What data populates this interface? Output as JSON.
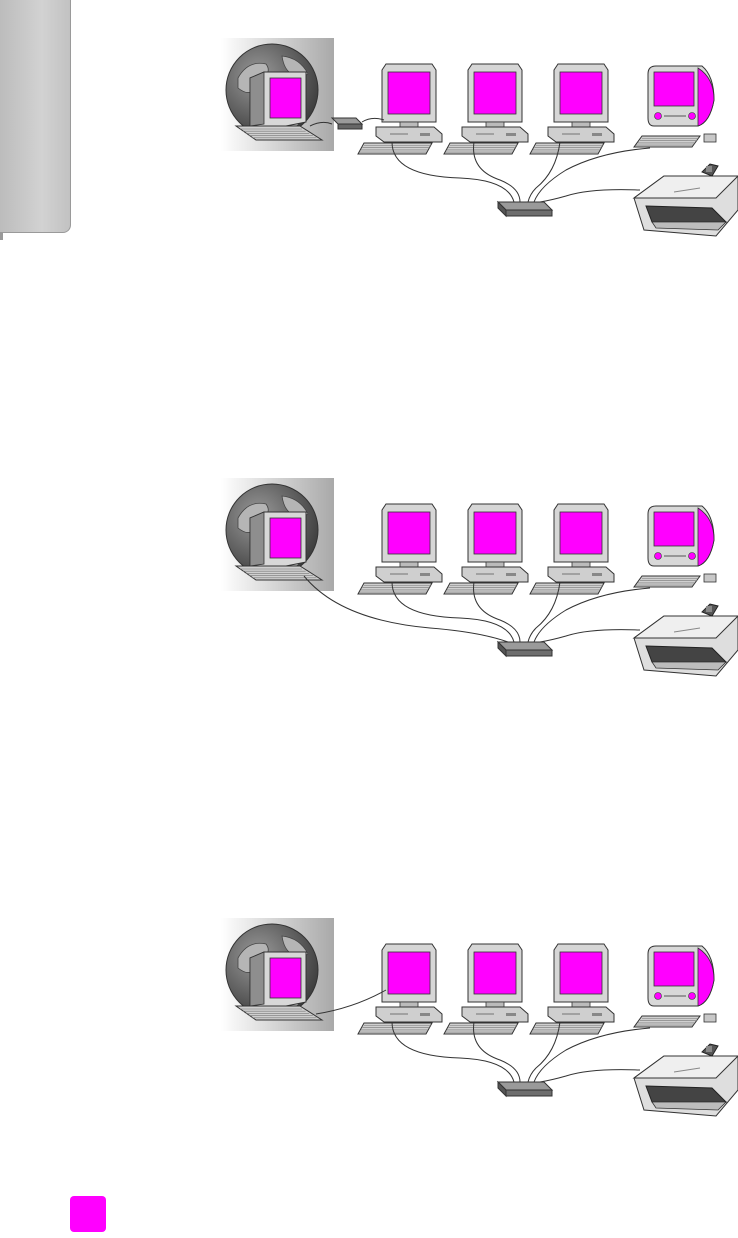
{
  "page": {
    "accent_color": "#ff00ff",
    "side_tab_color": "#c8c8c8"
  },
  "diagrams": [
    {
      "id": "network-diagram-1",
      "internet_connection": "modem-to-hub",
      "devices": [
        "internet-pc",
        "modem",
        "pc-1",
        "pc-2",
        "pc-3",
        "imac",
        "hub",
        "printer"
      ]
    },
    {
      "id": "network-diagram-2",
      "internet_connection": "direct-to-hub",
      "devices": [
        "internet-pc",
        "pc-1",
        "pc-2",
        "pc-3",
        "imac",
        "hub",
        "printer"
      ]
    },
    {
      "id": "network-diagram-3",
      "internet_connection": "via-pc-1",
      "devices": [
        "internet-pc",
        "pc-1",
        "pc-2",
        "pc-3",
        "imac",
        "hub",
        "printer"
      ]
    }
  ],
  "icons": {
    "globe": "globe-icon",
    "computer": "desktop-computer-icon",
    "imac": "imac-icon",
    "hub": "network-hub-icon",
    "modem": "modem-icon",
    "printer": "printer-icon"
  }
}
